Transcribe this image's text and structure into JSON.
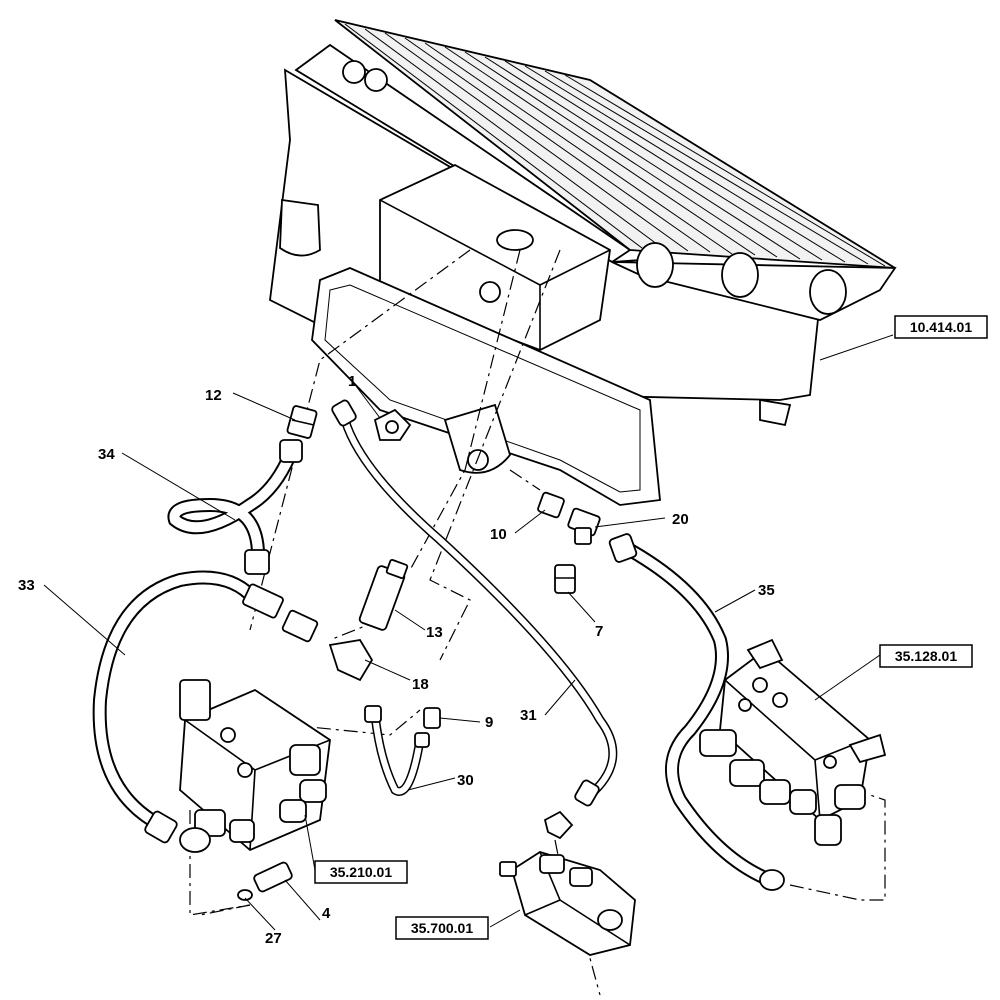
{
  "callouts": {
    "c1": "1",
    "c4": "4",
    "c7": "7",
    "c9": "9",
    "c10": "10",
    "c12": "12",
    "c13": "13",
    "c18": "18",
    "c20": "20",
    "c27": "27",
    "c30": "30",
    "c31": "31",
    "c33": "33",
    "c34": "34",
    "c35": "35"
  },
  "references": {
    "cooler": "10.414.01",
    "valve_block_right": "35.128.01",
    "valve_block_left": "35.210.01",
    "pump": "35.700.01"
  },
  "icons": {
    "radiator": "radiator-cooler-assembly",
    "valve_left": "hydraulic-valve-block",
    "valve_right": "hydraulic-valve-block",
    "pump": "gear-pump"
  }
}
